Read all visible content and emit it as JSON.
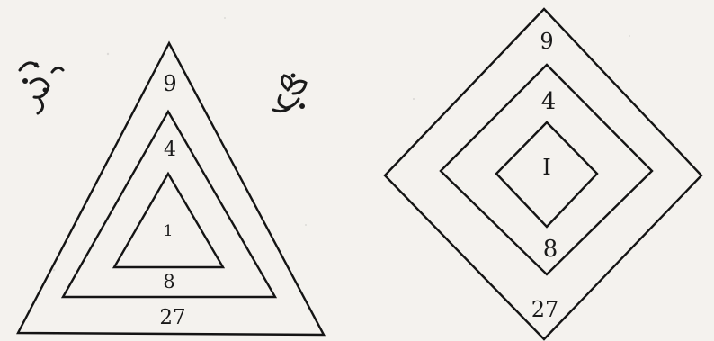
{
  "triangle": {
    "labels": {
      "outer_top": "9",
      "middle_top": "4",
      "inner_center": "1",
      "inner_bottom": "8",
      "outer_bottom": "27"
    }
  },
  "diamond": {
    "labels": {
      "outer_top": "9",
      "middle_top": "4",
      "inner_center": "I",
      "inner_bottom": "8",
      "outer_bottom": "27"
    }
  }
}
